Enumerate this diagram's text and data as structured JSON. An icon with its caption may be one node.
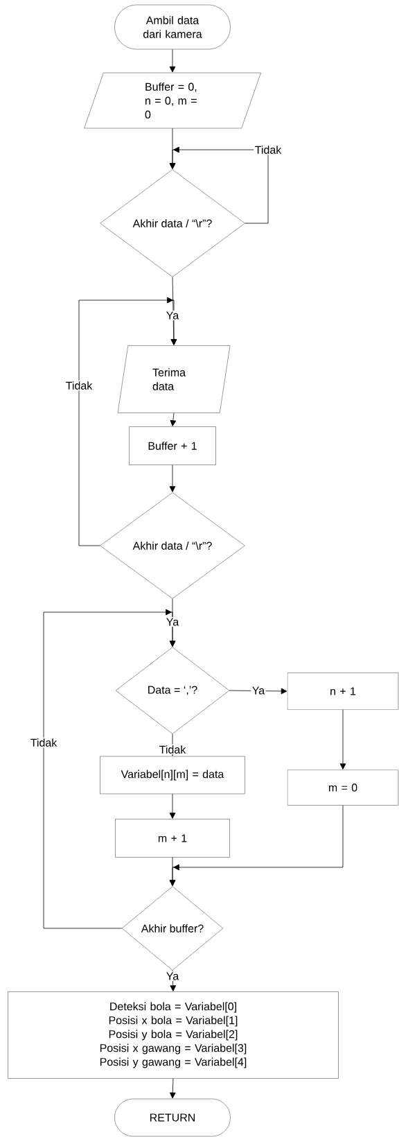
{
  "diagram": {
    "nodes": [
      {
        "text": [
          "Ambil data dari kamera"
        ]
      },
      {
        "text": [
          "Buffer = 0, n = 0, m = 0"
        ]
      },
      {
        "text": [
          "Akhir data / “\\r”?"
        ]
      },
      {
        "text": [
          "Terima data"
        ]
      },
      {
        "text": [
          "Buffer + 1"
        ]
      },
      {
        "text": [
          "Akhir data / “\\r”?"
        ]
      },
      {
        "text": [
          "Data = ‘,’?"
        ]
      },
      {
        "text": [
          "n + 1"
        ]
      },
      {
        "text": [
          "Variabel[n][m] = data"
        ]
      },
      {
        "text": [
          "m = 0"
        ]
      },
      {
        "text": [
          "m + 1"
        ]
      },
      {
        "text": [
          "Akhir buffer?"
        ]
      },
      {
        "text": [
          "Deteksi bola = Variabel[0] Posisi x bola = Variabel[1] Posisi y bola = Variabel[2] Posisi x gawang = Variabel[3] Posisi y gawang = Variabel[4]"
        ]
      },
      {
        "text": [
          "RETURN"
        ]
      }
    ],
    "edges": [
      {
        "from": 0,
        "to": 1,
        "arrow": "to"
      },
      {
        "from": 1,
        "to": 2,
        "arrow": "to"
      },
      {
        "from": 2,
        "to": 2,
        "arrow": "to",
        "label": "Tidak"
      },
      {
        "from": 2,
        "to": 3,
        "arrow": "to",
        "label": "Ya"
      },
      {
        "from": 3,
        "to": 4,
        "arrow": "to"
      },
      {
        "from": 4,
        "to": 5,
        "arrow": "to"
      },
      {
        "from": 5,
        "to": 3,
        "arrow": "to",
        "label": "Tidak"
      },
      {
        "from": 5,
        "to": 6,
        "arrow": "to",
        "label": "Ya"
      },
      {
        "from": 6,
        "to": 7,
        "arrow": "to",
        "label": "Ya"
      },
      {
        "from": 6,
        "to": 8,
        "arrow": "to",
        "label": "Tidak"
      },
      {
        "from": 7,
        "to": 9,
        "arrow": "to"
      },
      {
        "from": 8,
        "to": 10,
        "arrow": "to"
      },
      {
        "from": 10,
        "to": 11,
        "arrow": "to"
      },
      {
        "from": 9,
        "to": 11,
        "arrow": "to"
      },
      {
        "from": 11,
        "to": 6,
        "arrow": "to",
        "label": "Tidak"
      },
      {
        "from": 11,
        "to": 12,
        "arrow": "to",
        "label": "Ya"
      },
      {
        "from": 12,
        "to": 13,
        "arrow": "to"
      }
    ]
  }
}
